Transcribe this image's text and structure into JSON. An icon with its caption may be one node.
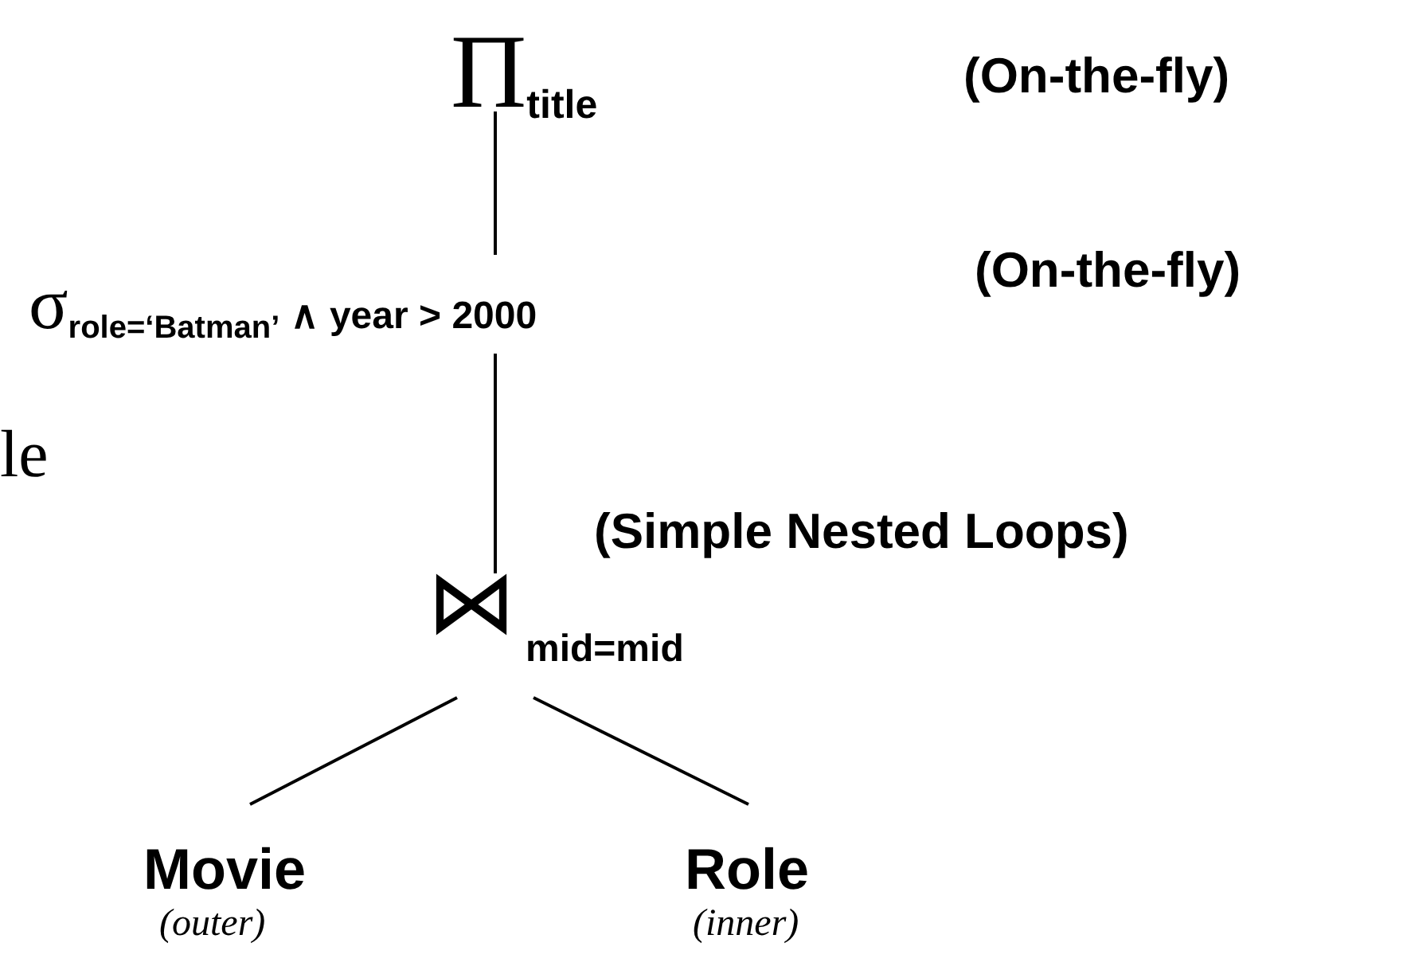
{
  "diagram": {
    "nodes": [
      {
        "text": [
          "Π$_{title}$"
        ]
      },
      {
        "text": [
          "σ$_{role=‘Batman’}$ ∧ year > 2000"
        ]
      },
      {
        "text": [
          "⋈",
          "mid=mid"
        ],
        "beside": [
          "(Simple Nested Loops)"
        ]
      },
      {
        "text": [
          "Movie",
          "(outer)"
        ]
      },
      {
        "text": [
          "Role",
          "(inner)"
        ]
      }
    ],
    "edges": [
      {
        "from": 0,
        "to": 1,
        "arrow": "none"
      },
      {
        "from": 1,
        "to": 2,
        "arrow": "none"
      },
      {
        "from": 2,
        "to": 3,
        "arrow": "none"
      },
      {
        "from": 2,
        "to": 4,
        "arrow": "none"
      }
    ],
    "labels": [
      "(On-the-fly)",
      "(On-the-fly)",
      "le"
    ]
  }
}
